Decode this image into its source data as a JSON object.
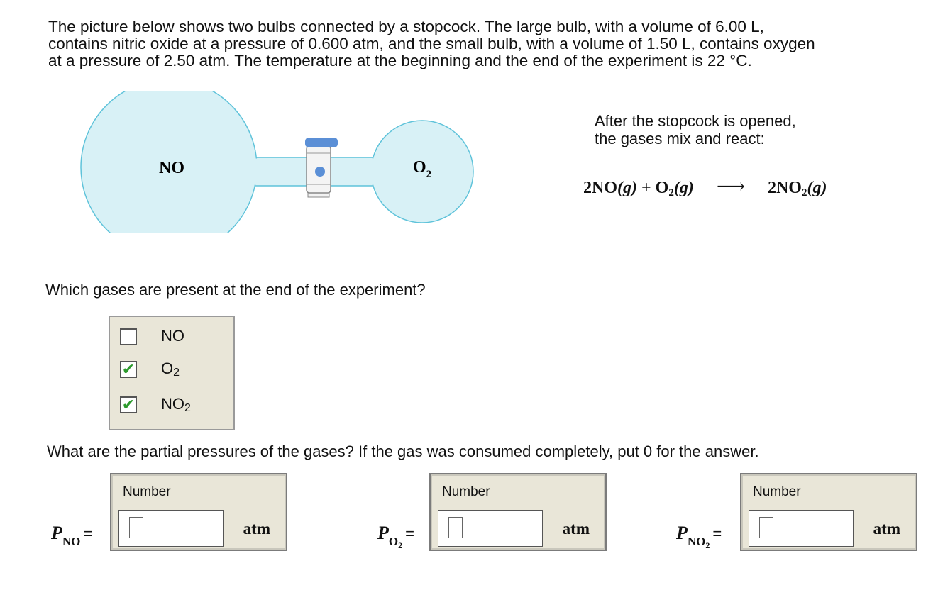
{
  "intro": {
    "line1": "The picture below shows two bulbs connected by a stopcock. The large bulb, with a volume of 6.00 L,",
    "line2": "contains nitric oxide at a pressure of 0.600 atm, and the small bulb, with a volume of 1.50 L, contains oxygen",
    "line3": "at a pressure of 2.50 atm. The temperature at the beginning and the end of the experiment is 22 °C."
  },
  "diagram": {
    "large_bulb_label": "NO",
    "small_bulb_label_main": "O",
    "small_bulb_label_sub": "2",
    "colors": {
      "bulb_fill": "#d8f1f6",
      "bulb_stroke": "#5fc3da",
      "stopcock_cap": "#5b8fd6"
    }
  },
  "reaction": {
    "caption_line1": "After the stopcock is opened,",
    "caption_line2": "the gases mix and react:",
    "lhs1": "2NO",
    "state1": "(g)",
    "plus": "+",
    "lhs2": "O",
    "lhs2_sub": "2",
    "state2": "(g)",
    "arrow": "⟶",
    "rhs": "2NO",
    "rhs_sub": "2",
    "state3": "(g)"
  },
  "question1": {
    "text": "Which gases are present at the end of the experiment?",
    "options": [
      {
        "label": "NO",
        "sub": "",
        "checked": false,
        "mark": ""
      },
      {
        "label": "O",
        "sub": "2",
        "checked": true,
        "mark": "✔"
      },
      {
        "label": "NO",
        "sub": "2",
        "checked": true,
        "mark": "✔"
      }
    ]
  },
  "question2": {
    "text": "What are the partial pressures of the gases? If the gas was consumed completely, put 0 for the answer.",
    "answers": [
      {
        "symbol": "P",
        "subscript": "NO",
        "subscript_sub": "",
        "equals": "=",
        "field_label": "Number",
        "value": "",
        "unit": "atm"
      },
      {
        "symbol": "P",
        "subscript": "O",
        "subscript_sub": "2",
        "equals": "=",
        "field_label": "Number",
        "value": "",
        "unit": "atm"
      },
      {
        "symbol": "P",
        "subscript": "NO",
        "subscript_sub": "2",
        "equals": "=",
        "field_label": "Number",
        "value": "",
        "unit": "atm"
      }
    ]
  }
}
